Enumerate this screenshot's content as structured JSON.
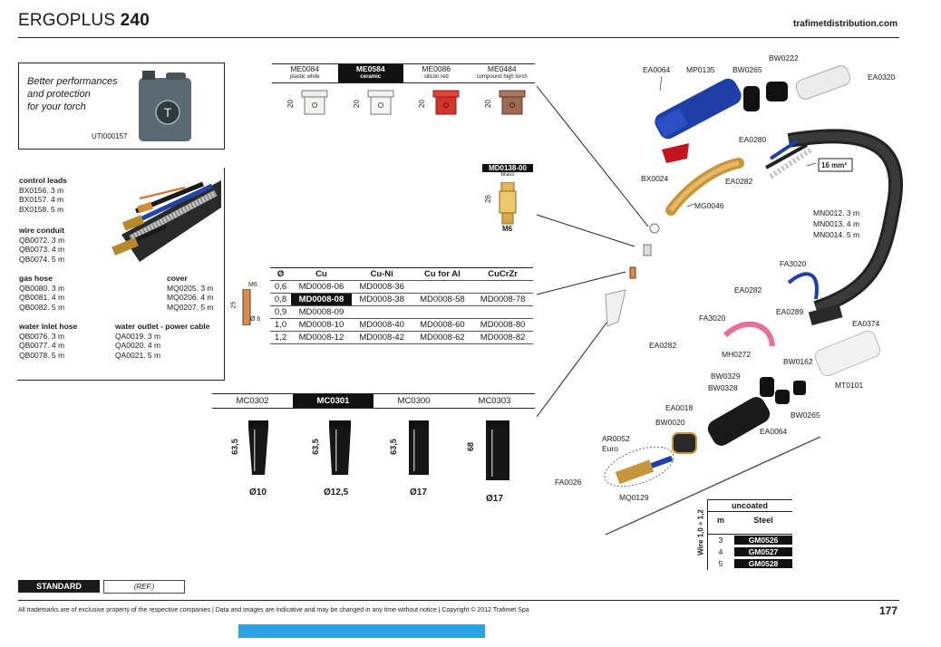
{
  "header": {
    "title_light": "ERGOPLUS",
    "title_bold": "240",
    "site": "trafimetdistribution.com"
  },
  "promo": {
    "text_line1": "Better performances",
    "text_line2": "and protection",
    "text_line3": "for your torch",
    "code": "UTI000157"
  },
  "cables": {
    "control_leads": {
      "title": "control leads",
      "items": [
        "BX0156. 3 m",
        "BX0157. 4 m",
        "BX0158. 5 m"
      ]
    },
    "wire_conduit": {
      "title": "wire conduit",
      "items": [
        "QB0072. 3 m",
        "QB0073. 4 m",
        "QB0074. 5 m"
      ]
    },
    "gas_hose": {
      "title": "gas hose",
      "items": [
        "QB0080. 3 m",
        "QB0081. 4 m",
        "QB0082. 5 m"
      ]
    },
    "cover": {
      "title": "cover",
      "items": [
        "MQ0205. 3 m",
        "MQ0206. 4 m",
        "MQ0207. 5 m"
      ]
    },
    "water_inlet": {
      "title": "water inlet hose",
      "items": [
        "QB0076. 3 m",
        "QB0077. 4 m",
        "QB0078. 5 m"
      ]
    },
    "water_outlet": {
      "title": "water outlet - power cable",
      "items": [
        "QA0019. 3 m",
        "QA0020. 4 m",
        "QA0021. 5 m"
      ]
    }
  },
  "diffusers": [
    {
      "code": "ME0084",
      "desc": "plastic white",
      "selected": false,
      "dim": "20"
    },
    {
      "code": "ME0584",
      "desc": "ceramic",
      "selected": true,
      "dim": "20"
    },
    {
      "code": "ME0086",
      "desc": "silicon red",
      "selected": false,
      "dim": "20"
    },
    {
      "code": "ME0484",
      "desc": "compound high torch",
      "selected": false,
      "dim": "20"
    }
  ],
  "tip_holder": {
    "code": "MD0138-00",
    "material": "brass",
    "dim": "26",
    "thread": "M6"
  },
  "tip_icon": {
    "m6": "M6",
    "len": "25",
    "dia": "Ø 6"
  },
  "contact_tips": {
    "headers": [
      "Ø",
      "Cu",
      "Cu-Ni",
      "Cu for Al",
      "CuCrZr"
    ],
    "rows": [
      [
        "0,6",
        "MD0008-06",
        "MD0008-36",
        "",
        ""
      ],
      [
        "0,8",
        "MD0008-08",
        "MD0008-38",
        "MD0008-58",
        "MD0008-78"
      ],
      [
        "0,9",
        "MD0008-09",
        "",
        "",
        ""
      ],
      [
        "1,0",
        "MD0008-10",
        "MD0008-40",
        "MD0008-60",
        "MD0008-80"
      ],
      [
        "1,2",
        "MD0008-12",
        "MD0008-42",
        "MD0008-62",
        "MD0008-82"
      ]
    ]
  },
  "nozzles": [
    {
      "code": "MC0302",
      "selected": false,
      "len": "63,5",
      "dia": "Ø10"
    },
    {
      "code": "MC0301",
      "selected": true,
      "len": "63,5",
      "dia": "Ø12,5"
    },
    {
      "code": "MC0300",
      "selected": false,
      "len": "63,5",
      "dia": "Ø17"
    },
    {
      "code": "MC0303",
      "selected": false,
      "len": "68",
      "dia": "Ø17"
    }
  ],
  "torch_parts": {
    "ea0064_top": "EA0064",
    "mp0135": "MP0135",
    "bw0265_top": "BW0265",
    "bw0222": "BW0222",
    "ea0320": "EA0320",
    "ea0280": "EA0280",
    "bx0024": "BX0024",
    "mg0046": "MG0046",
    "ea0282_top": "EA0282",
    "mm16": "16 mm²",
    "mn0012": "MN0012. 3 m",
    "mn0013": "MN0013. 4 m",
    "mn0014": "MN0014. 5 m",
    "fa3020_a": "FA3020",
    "ea0282_mid": "EA0282",
    "fa3020_b": "FA3020",
    "ea0289": "EA0289",
    "ea0374": "EA0374",
    "ea0282_low": "EA0282",
    "mh0272": "MH0272",
    "bw0162": "BW0162",
    "bw0329": "BW0329",
    "bw0328": "BW0328",
    "mt0101": "MT0101",
    "ea0018": "EA0018",
    "bw0265_low": "BW0265",
    "bw0020": "BW0020",
    "ea0064_low": "EA0064",
    "ar0052": "AR0052",
    "euro": "Euro",
    "fa0026": "FA0026",
    "mq0129": "MQ0129"
  },
  "liner_table": {
    "side": "Wire 1,0 ÷ 1,2",
    "title": "uncoated",
    "col_m": "m",
    "col_steel": "Steel",
    "rows": [
      [
        "3",
        "GM0526"
      ],
      [
        "4",
        "GM0527"
      ],
      [
        "5",
        "GM0528"
      ]
    ]
  },
  "standard": {
    "label": "STANDARD",
    "ref": "(REF.)"
  },
  "footer": {
    "text": "All trademarks are of exclusive property of the respective companies  |  Data and images are indicative and may be changed in any time without notice  |  Copyright © 2012 Trafimet Spa",
    "page": "177"
  },
  "colors": {
    "accent_blue": "#2aa3e3",
    "torch_blue": "#1f3fa8",
    "black": "#111111"
  }
}
